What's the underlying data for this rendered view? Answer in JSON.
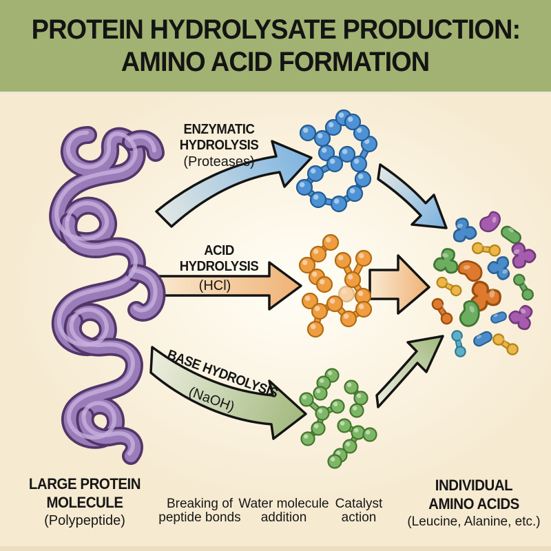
{
  "title": {
    "line1": "PROTEIN HYDROLYSATE PRODUCTION:",
    "line2": "AMINO ACID FORMATION"
  },
  "pathways": [
    {
      "id": "enzymatic",
      "label_line1": "ENZYMATIC",
      "label_line2": "HYDROLYSIS",
      "catalyst": "(Proteases)"
    },
    {
      "id": "acid",
      "label_line1": "ACID",
      "label_line2": "HYDROLYSIS",
      "catalyst": "(HCl)"
    },
    {
      "id": "base",
      "label": "BASE HYDROLYSIS",
      "catalyst": "(NaOH)"
    }
  ],
  "captions": {
    "protein_line1": "LARGE PROTEIN",
    "protein_line2": "MOLECULE",
    "protein_line3": "(Polypeptide)",
    "breaking_line1": "Breaking of",
    "breaking_line2": "peptide bonds",
    "water_line1": "Water molecule",
    "water_line2": "addition",
    "catalyst_line1": "Catalyst",
    "catalyst_line2": "action",
    "amino_line1": "INDIVIDUAL",
    "amino_line2": "AMINO ACIDS",
    "amino_line3": "(Leucine, Alanine, etc.)"
  },
  "colors": {
    "title_band": "#a2b272",
    "background": "#faf1dc",
    "text": "#161616",
    "arrow_outline": "#141414",
    "protein_outline": "#52366a",
    "protein_body": "#9a7cb8",
    "protein_highlight": "#c7b0de",
    "enzymatic_arrow_tail": "#e0e6e3",
    "enzymatic_arrow_head": "#7fb4e0",
    "acid_arrow_tail": "#f9e7cd",
    "acid_arrow_head": "#efb275",
    "base_arrow_tail": "#eaecdc",
    "base_arrow_head": "#a4ba80",
    "molecule_blue": "#4d92d4",
    "molecule_blue_dark": "#235a92",
    "molecule_orange": "#f09d42",
    "molecule_orange_dark": "#b06a10",
    "molecule_green": "#7cb765",
    "molecule_green_dark": "#45742f",
    "amino_blue": "#4a8cca",
    "amino_blue_dark": "#2a5f94",
    "amino_purple": "#a55cae",
    "amino_purple_dark": "#713a78",
    "amino_green": "#6cad60",
    "amino_green_dark": "#3f7534",
    "amino_orange": "#dd7a2e",
    "amino_orange_dark": "#9c4f0e",
    "amino_gold": "#ecb748",
    "amino_gold_dark": "#b5831a",
    "amino_teal": "#5fb0c6",
    "amino_teal_dark": "#2f7b96"
  }
}
